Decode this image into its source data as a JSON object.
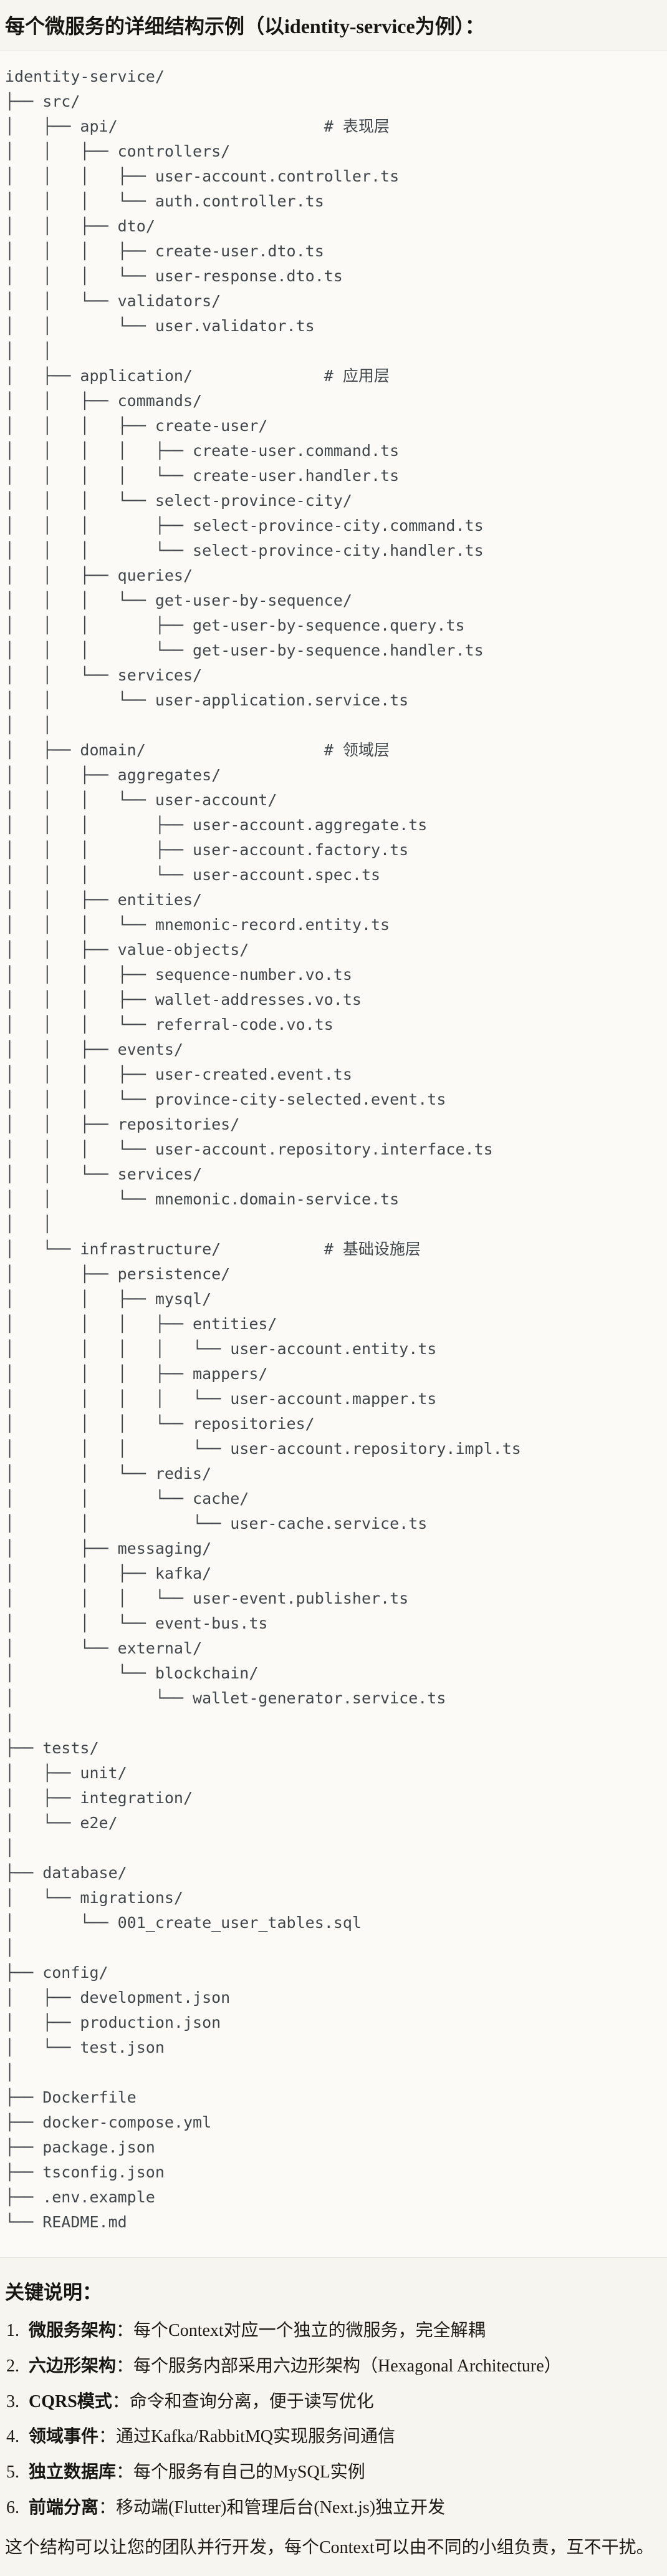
{
  "title": "每个微服务的详细结构示例（以identity-service为例）：",
  "tree": {
    "lines": [
      "identity-service/",
      "├── src/",
      "│   ├── api/                      # 表现层",
      "│   │   ├── controllers/",
      "│   │   │   ├── user-account.controller.ts",
      "│   │   │   └── auth.controller.ts",
      "│   │   ├── dto/",
      "│   │   │   ├── create-user.dto.ts",
      "│   │   │   └── user-response.dto.ts",
      "│   │   └── validators/",
      "│   │       └── user.validator.ts",
      "│   │",
      "│   ├── application/              # 应用层",
      "│   │   ├── commands/",
      "│   │   │   ├── create-user/",
      "│   │   │   │   ├── create-user.command.ts",
      "│   │   │   │   └── create-user.handler.ts",
      "│   │   │   └── select-province-city/",
      "│   │   │       ├── select-province-city.command.ts",
      "│   │   │       └── select-province-city.handler.ts",
      "│   │   ├── queries/",
      "│   │   │   └── get-user-by-sequence/",
      "│   │   │       ├── get-user-by-sequence.query.ts",
      "│   │   │       └── get-user-by-sequence.handler.ts",
      "│   │   └── services/",
      "│   │       └── user-application.service.ts",
      "│   │",
      "│   ├── domain/                   # 领域层",
      "│   │   ├── aggregates/",
      "│   │   │   └── user-account/",
      "│   │   │       ├── user-account.aggregate.ts",
      "│   │   │       ├── user-account.factory.ts",
      "│   │   │       └── user-account.spec.ts",
      "│   │   ├── entities/",
      "│   │   │   └── mnemonic-record.entity.ts",
      "│   │   ├── value-objects/",
      "│   │   │   ├── sequence-number.vo.ts",
      "│   │   │   ├── wallet-addresses.vo.ts",
      "│   │   │   └── referral-code.vo.ts",
      "│   │   ├── events/",
      "│   │   │   ├── user-created.event.ts",
      "│   │   │   └── province-city-selected.event.ts",
      "│   │   ├── repositories/",
      "│   │   │   └── user-account.repository.interface.ts",
      "│   │   └── services/",
      "│   │       └── mnemonic.domain-service.ts",
      "│   │",
      "│   └── infrastructure/           # 基础设施层",
      "│       ├── persistence/",
      "│       │   ├── mysql/",
      "│       │   │   ├── entities/",
      "│       │   │   │   └── user-account.entity.ts",
      "│       │   │   ├── mappers/",
      "│       │   │   │   └── user-account.mapper.ts",
      "│       │   │   └── repositories/",
      "│       │   │       └── user-account.repository.impl.ts",
      "│       │   └── redis/",
      "│       │       └── cache/",
      "│       │           └── user-cache.service.ts",
      "│       ├── messaging/",
      "│       │   ├── kafka/",
      "│       │   │   └── user-event.publisher.ts",
      "│       │   └── event-bus.ts",
      "│       └── external/",
      "│           └── blockchain/",
      "│               └── wallet-generator.service.ts",
      "│",
      "├── tests/",
      "│   ├── unit/",
      "│   ├── integration/",
      "│   └── e2e/",
      "│",
      "├── database/",
      "│   └── migrations/",
      "│       └── 001_create_user_tables.sql",
      "│",
      "├── config/",
      "│   ├── development.json",
      "│   ├── production.json",
      "│   └── test.json",
      "│",
      "├── Dockerfile",
      "├── docker-compose.yml",
      "├── package.json",
      "├── tsconfig.json",
      "├── .env.example",
      "└── README.md"
    ]
  },
  "notes": {
    "heading": "关键说明：",
    "items": [
      {
        "num": "1.",
        "label": "微服务架构",
        "text": "：每个Context对应一个独立的微服务，完全解耦"
      },
      {
        "num": "2.",
        "label": "六边形架构",
        "text": "：每个服务内部采用六边形架构（Hexagonal Architecture）"
      },
      {
        "num": "3.",
        "label": "CQRS模式",
        "text": "：命令和查询分离，便于读写优化"
      },
      {
        "num": "4.",
        "label": "领域事件",
        "text": "：通过Kafka/RabbitMQ实现服务间通信"
      },
      {
        "num": "5.",
        "label": "独立数据库",
        "text": "：每个服务有自己的MySQL实例"
      },
      {
        "num": "6.",
        "label": "前端分离",
        "text": "：移动端(Flutter)和管理后台(Next.js)独立开发"
      }
    ],
    "closing": "这个结构可以让您的团队并行开发，每个Context可以由不同的小组负责，互不干扰。"
  },
  "colors": {
    "page_background": "#f7f5f0",
    "code_background": "#fbfaf7",
    "code_border": "#e6e4de",
    "tree_text": "#41464b",
    "body_text": "#1e1b17"
  }
}
